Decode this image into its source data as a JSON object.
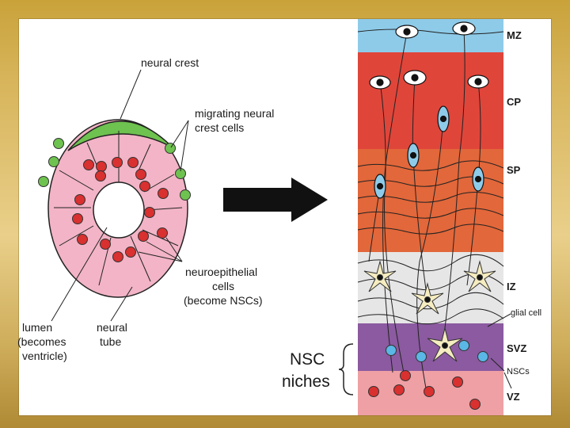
{
  "left_panel": {
    "neural_crest": "neural crest",
    "migrating_line1": "migrating neural",
    "migrating_line2": "crest cells",
    "neuro_line1": "neuroepithelial",
    "neuro_line2": "cells",
    "neuro_line3": "(become NSCs)",
    "lumen_line1": "lumen",
    "lumen_line2": "(becomes",
    "lumen_line3": "ventricle)",
    "tube_line1": "neural",
    "tube_line2": "tube"
  },
  "niche_label": {
    "line1": "NSC",
    "line2": "niches"
  },
  "right_panel": {
    "zones": [
      {
        "label": "MZ",
        "color": "#8ecbe9"
      },
      {
        "label": "CP",
        "color": "#e0453a"
      },
      {
        "label": "SP",
        "color": "#e2673a"
      },
      {
        "label": "IZ",
        "color": "#e6e6e6"
      },
      {
        "label": "SVZ",
        "color": "#8b5aa0"
      },
      {
        "label": "VZ",
        "color": "#eea0a4"
      }
    ],
    "glial_label": "glial cell",
    "nscs_label": "NSCs"
  },
  "colors": {
    "neural_tube": "#f2b4c6",
    "neural_crest": "#6ec24f",
    "cell_red": "#d93030",
    "nsc_blue": "#5bb7e5",
    "arrow": "#111111"
  }
}
